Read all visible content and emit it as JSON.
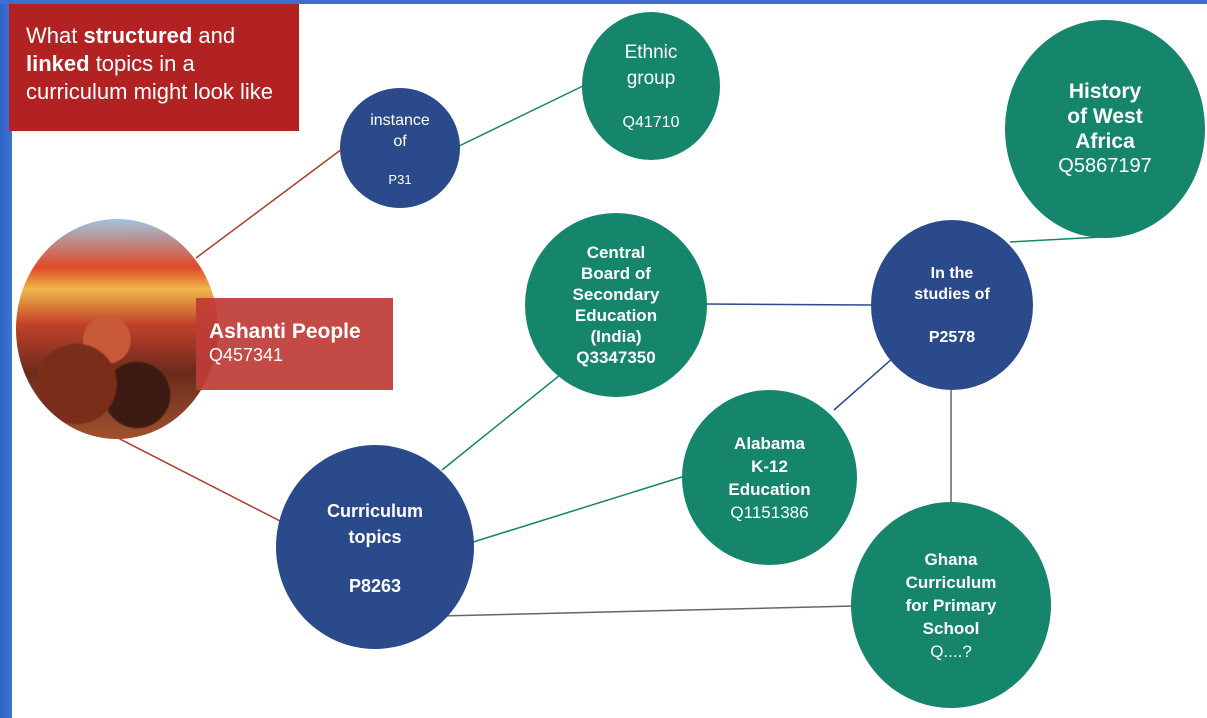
{
  "title": {
    "part1": "What ",
    "bold1": "structured",
    "part2": " and",
    "bold2": "linked",
    "part3": " topics in a",
    "line3": "curriculum might look like"
  },
  "ashanti": {
    "label": "Ashanti People",
    "id": "Q457341"
  },
  "nodes": {
    "instance_of": {
      "label": "instance\nof",
      "id": "P31"
    },
    "ethnic_group": {
      "label": "Ethnic\ngroup",
      "id": "Q41710"
    },
    "history": {
      "label": "History\nof West\nAfrica",
      "id": "Q5867197"
    },
    "cbse": {
      "label": "Central\nBoard of\nSecondary\nEducation\n(India)",
      "id": "Q3347350"
    },
    "studies_of": {
      "label": "In the\nstudies of",
      "id": "P2578"
    },
    "alabama": {
      "label": "Alabama\nK-12\nEducation",
      "id": "Q1151386"
    },
    "curriculum": {
      "label": "Curriculum\ntopics",
      "id": "P8263"
    },
    "ghana": {
      "label": "Ghana\nCurriculum\nfor Primary\nSchool",
      "id": "Q....?"
    }
  },
  "colors": {
    "property_node": "#2b4a8c",
    "item_node": "#15856b",
    "title_box": "#b22222",
    "label_box": "#be3c37",
    "red_link": "#b03a2e",
    "blue_link": "#2b4a8c",
    "green_link": "#15856b",
    "gray_link": "#666666"
  }
}
